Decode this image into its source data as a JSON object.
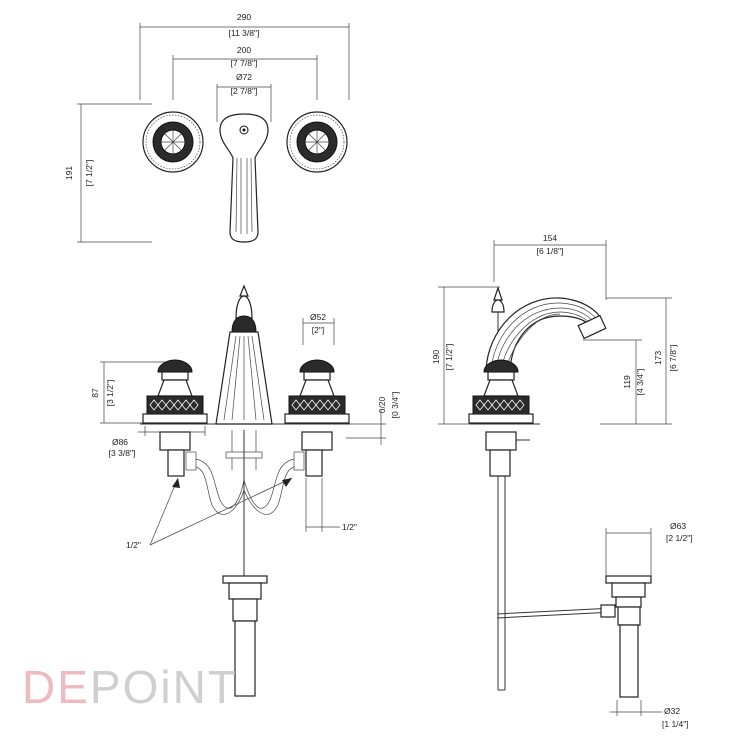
{
  "brand": {
    "part1": "DE",
    "part2": "POiNT",
    "accent_color": "#f0b9c2",
    "secondary_color": "#cfcfcf"
  },
  "top_view": {
    "width_overall": {
      "mm": "290",
      "in": "[11 3/8\"]"
    },
    "handle_spacing": {
      "mm": "200",
      "in": "[7 7/8\"]"
    },
    "spout_base": {
      "mm": "Ø72",
      "in": "[2 7/8\"]"
    },
    "depth": {
      "mm": "191",
      "in": "[7 1/2\"]"
    }
  },
  "front_view": {
    "handle_top": {
      "mm": "Ø52",
      "in": "[2\"]"
    },
    "handle_height": {
      "mm": "87",
      "in": "[3 1/2\"]"
    },
    "handle_base": {
      "mm": "Ø86",
      "in": "[3 3/8\"]"
    },
    "deck_thickness": {
      "mm": "0/20",
      "in": "[0 3/4\"]"
    },
    "connection_right": "1/2\"",
    "connection_left": "1/2\""
  },
  "side_view": {
    "spout_reach": {
      "mm": "154",
      "in": "[6 1/8\"]"
    },
    "total_height": {
      "mm": "190",
      "in": "[7 1/2\"]"
    },
    "spout_height": {
      "mm": "173",
      "in": "[6 7/8\"]"
    },
    "outlet_height": {
      "mm": "119",
      "in": "[4 3/4\"]"
    }
  },
  "drain": {
    "cap": {
      "mm": "Ø63",
      "in": "[2 1/2\"]"
    },
    "pipe": {
      "mm": "Ø32",
      "in": "[1 1/4\"]"
    }
  }
}
